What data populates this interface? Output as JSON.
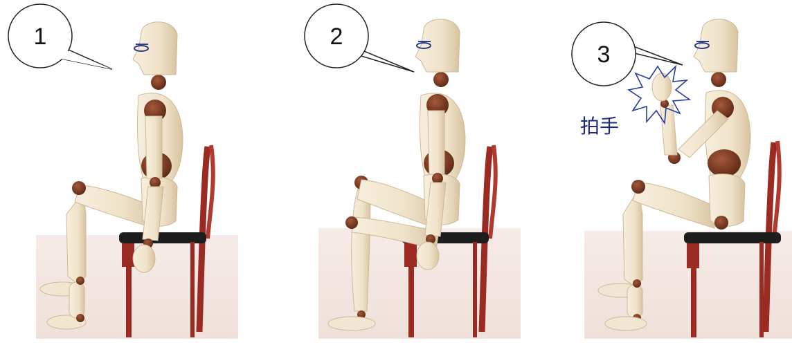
{
  "panels": [
    {
      "step": "1"
    },
    {
      "step": "2"
    },
    {
      "step": "3",
      "action_label": "拍手"
    }
  ],
  "colors": {
    "skin": "#efe3cc",
    "skin_shade": "#d9c7a6",
    "joint": "#7a3b22",
    "chair_frame": "#9b2a22",
    "chair_seat": "#1d1d1d",
    "floor": "#f3e4df",
    "burst_stroke": "#2a3c9a"
  }
}
